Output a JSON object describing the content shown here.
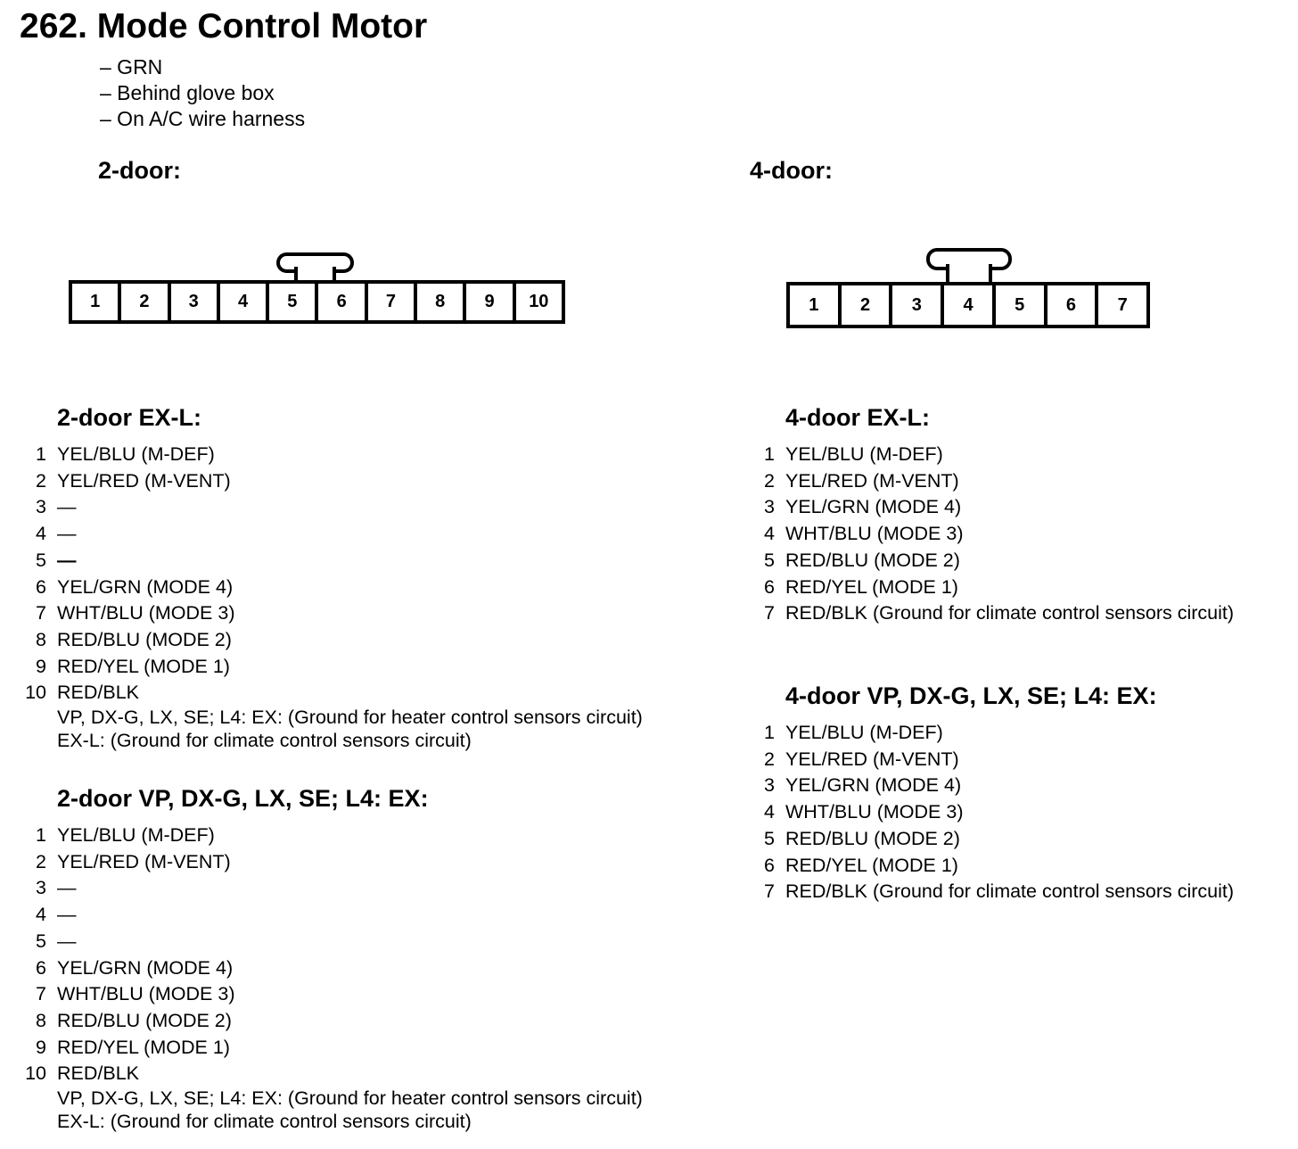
{
  "page": {
    "title": "262. Mode Control Motor",
    "info": [
      "– GRN",
      "– Behind glove box",
      "– On A/C wire harness"
    ]
  },
  "connectors": {
    "two_door": {
      "label": "2-door:",
      "cavities": [
        "1",
        "2",
        "3",
        "4",
        "5",
        "6",
        "7",
        "8",
        "9",
        "10"
      ]
    },
    "four_door": {
      "label": "4-door:",
      "cavities": [
        "1",
        "2",
        "3",
        "4",
        "5",
        "6",
        "7"
      ]
    }
  },
  "sections": {
    "two_door_exl": {
      "heading": "2-door EX-L:",
      "pins": [
        {
          "num": "1",
          "desc": "YEL/BLU (M-DEF)"
        },
        {
          "num": "2",
          "desc": "YEL/RED (M-VENT)"
        },
        {
          "num": "3",
          "desc": "—"
        },
        {
          "num": "4",
          "desc": "—"
        },
        {
          "num": "5",
          "desc": "—"
        },
        {
          "num": "6",
          "desc": "YEL/GRN (MODE 4)"
        },
        {
          "num": "7",
          "desc": "WHT/BLU (MODE 3)"
        },
        {
          "num": "8",
          "desc": "RED/BLU (MODE 2)"
        },
        {
          "num": "9",
          "desc": "RED/YEL (MODE 1)"
        },
        {
          "num": "10",
          "desc": "RED/BLK"
        }
      ],
      "notes": [
        "VP, DX-G, LX, SE; L4: EX: (Ground for heater control sensors circuit)",
        "EX-L: (Ground for climate control sensors circuit)"
      ]
    },
    "two_door_vp": {
      "heading": "2-door VP, DX-G, LX, SE; L4: EX:",
      "pins": [
        {
          "num": "1",
          "desc": "YEL/BLU (M-DEF)"
        },
        {
          "num": "2",
          "desc": "YEL/RED (M-VENT)"
        },
        {
          "num": "3",
          "desc": "—"
        },
        {
          "num": "4",
          "desc": "—"
        },
        {
          "num": "5",
          "desc": "—"
        },
        {
          "num": "6",
          "desc": "YEL/GRN (MODE 4)"
        },
        {
          "num": "7",
          "desc": "WHT/BLU (MODE 3)"
        },
        {
          "num": "8",
          "desc": "RED/BLU (MODE 2)"
        },
        {
          "num": "9",
          "desc": "RED/YEL (MODE 1)"
        },
        {
          "num": "10",
          "desc": "RED/BLK"
        }
      ],
      "notes": [
        "VP, DX-G, LX, SE; L4: EX: (Ground for heater control sensors circuit)",
        "EX-L: (Ground for climate control sensors circuit)"
      ]
    },
    "four_door_exl": {
      "heading": "4-door EX-L:",
      "pins": [
        {
          "num": "1",
          "desc": "YEL/BLU (M-DEF)"
        },
        {
          "num": "2",
          "desc": "YEL/RED (M-VENT)"
        },
        {
          "num": "3",
          "desc": "YEL/GRN (MODE 4)"
        },
        {
          "num": "4",
          "desc": "WHT/BLU (MODE 3)"
        },
        {
          "num": "5",
          "desc": "RED/BLU (MODE 2)"
        },
        {
          "num": "6",
          "desc": "RED/YEL (MODE 1)"
        },
        {
          "num": "7",
          "desc": "RED/BLK (Ground for climate control sensors circuit)"
        }
      ]
    },
    "four_door_vp": {
      "heading": "4-door VP, DX-G, LX, SE; L4: EX:",
      "pins": [
        {
          "num": "1",
          "desc": "YEL/BLU (M-DEF)"
        },
        {
          "num": "2",
          "desc": "YEL/RED (M-VENT)"
        },
        {
          "num": "3",
          "desc": "YEL/GRN (MODE 4)"
        },
        {
          "num": "4",
          "desc": "WHT/BLU (MODE 3)"
        },
        {
          "num": "5",
          "desc": "RED/BLU (MODE 2)"
        },
        {
          "num": "6",
          "desc": "RED/YEL (MODE 1)"
        },
        {
          "num": "7",
          "desc": "RED/BLK (Ground for climate control sensors circuit)"
        }
      ]
    }
  }
}
